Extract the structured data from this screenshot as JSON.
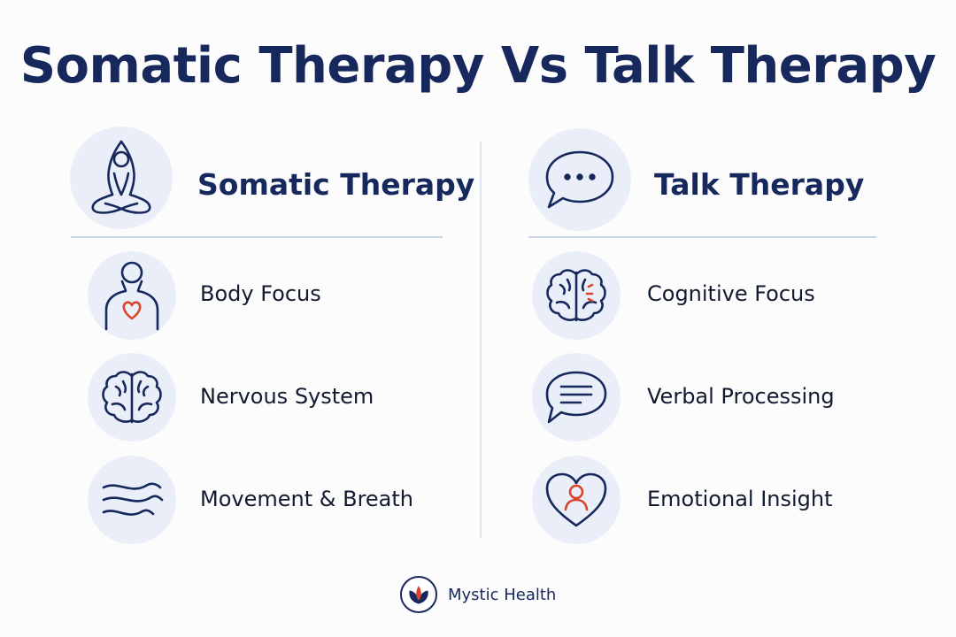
{
  "title": "Somatic Therapy Vs Talk Therapy",
  "colors": {
    "navy": "#16285c",
    "icon_bg": "#e9eef8",
    "accent_red": "#d9452b",
    "text": "#111a2e",
    "rule": "#c9d3e6"
  },
  "left": {
    "header": "Somatic Therapy",
    "header_icon": "meditation-figure-icon",
    "items": [
      {
        "label": "Body Focus",
        "icon": "body-heart-icon"
      },
      {
        "label": "Nervous System",
        "icon": "brain-icon"
      },
      {
        "label": "Movement & Breath",
        "icon": "wind-icon"
      }
    ]
  },
  "right": {
    "header": "Talk Therapy",
    "header_icon": "speech-bubble-dots-icon",
    "items": [
      {
        "label": "Cognitive Focus",
        "icon": "brain-spark-icon"
      },
      {
        "label": "Verbal Processing",
        "icon": "speech-bubble-lines-icon"
      },
      {
        "label": "Emotional Insight",
        "icon": "heart-person-icon"
      }
    ]
  },
  "footer": {
    "brand": "Mystic Health",
    "logo_icon": "lotus-leaf-icon"
  }
}
